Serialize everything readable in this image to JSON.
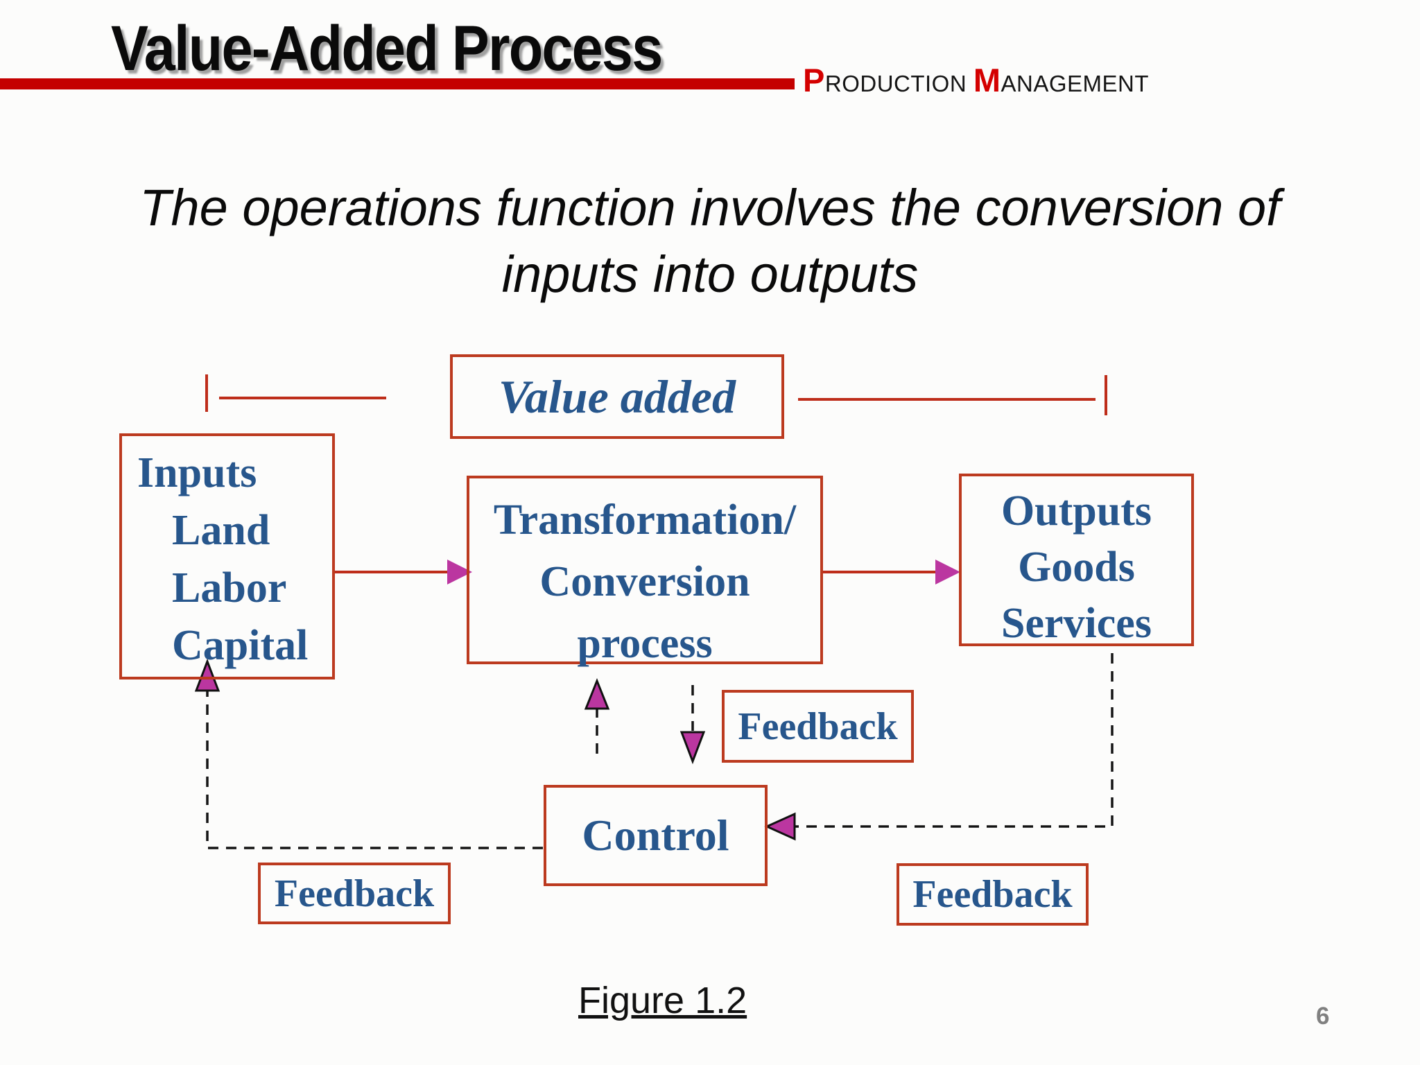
{
  "slide": {
    "title": "Value-Added Process",
    "brand": {
      "p_initial": "P",
      "p_rest": "RODUCTION",
      "m_initial": "M",
      "m_rest": "ANAGEMENT"
    },
    "subtitle_line1": "The operations function involves the conversion of",
    "subtitle_line2": "inputs into outputs",
    "figure_caption": "Figure 1.2",
    "page_number": "6"
  },
  "diagram": {
    "value_added": {
      "label": "Value added"
    },
    "inputs": {
      "lines": [
        "Inputs",
        "Land",
        "Labor",
        "Capital"
      ]
    },
    "transformation": {
      "lines": [
        "Transformation/",
        "Conversion",
        "process"
      ]
    },
    "outputs": {
      "lines": [
        "Outputs",
        "Goods",
        "Services"
      ]
    },
    "control": {
      "label": "Control"
    },
    "feedback_mid": {
      "label": "Feedback"
    },
    "feedback_left": {
      "label": "Feedback"
    },
    "feedback_right": {
      "label": "Feedback"
    }
  },
  "colors": {
    "accent_bar": "#C40000",
    "brand_red": "#D40000",
    "box_border": "#BC3A1F",
    "line_red": "#BE2D1A",
    "arrow_magenta": "#BB36A0",
    "text_blue": "#27568C",
    "dash_color": "#141414",
    "page_gray": "#808080",
    "title_color": "#0A0A0A"
  }
}
